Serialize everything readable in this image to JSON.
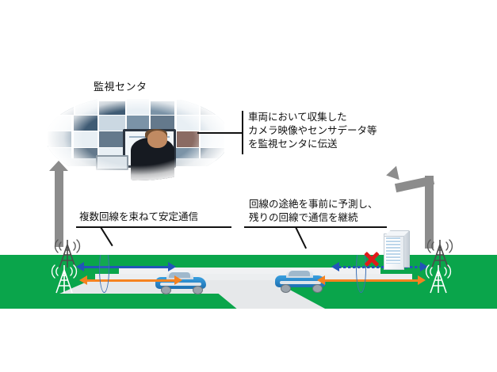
{
  "figure": {
    "type": "diagram",
    "subject": "Vehicle multi-link (bonded) wireless communication to a monitoring center",
    "background_color": "#ffffff",
    "ground_color": "#0aa54b",
    "road_color": "#e6e8ea"
  },
  "monitoring_center": {
    "title": "監視センタ",
    "photo_alt_name": "video-wall-operator-photo"
  },
  "callouts": [
    {
      "id": "uplink",
      "text": "車両において収集した\nカメラ映像やセンサデータ等\nを監視センタに伝送",
      "lines": [
        "車両において収集した",
        "カメラ映像やセンサデータ等",
        "を監視センタに伝送"
      ],
      "style": "bracket-left"
    },
    {
      "id": "link-prediction",
      "text": "回線の途絶を事前に予測し、\n残りの回線で通信を継続",
      "lines": [
        "回線の途絶を事前に予測し、",
        "残りの回線で通信を継続"
      ],
      "style": "underline"
    }
  ],
  "labels": {
    "bundle": "複数回線を束ねて安定通信"
  },
  "scene": {
    "towers": [
      {
        "id": "tower-left-upper",
        "side": "left",
        "tint": "dark",
        "carrier": "blue"
      },
      {
        "id": "tower-left-lower",
        "side": "left",
        "tint": "light",
        "carrier": "orange"
      },
      {
        "id": "tower-right-upper",
        "side": "right",
        "tint": "dark",
        "carrier": "blue"
      },
      {
        "id": "tower-right-lower",
        "side": "right",
        "tint": "light",
        "carrier": "orange"
      }
    ],
    "vehicles": [
      {
        "id": "vehicle-1",
        "color": "#2f8ed0",
        "position": "left-road"
      },
      {
        "id": "vehicle-2",
        "color": "#2f8ed0",
        "position": "right-road"
      }
    ],
    "obstacle": {
      "id": "building",
      "name": "office-building",
      "blocks": "blue-link"
    },
    "blocked_marker": {
      "symbol": "×",
      "color": "#e01b1b",
      "meaning": "回線途絶"
    },
    "links": [
      {
        "id": "link-blue-left",
        "color": "#2255b8",
        "state": "active",
        "direction": "bidirectional"
      },
      {
        "id": "link-orange-left",
        "color": "#f58220",
        "state": "active",
        "direction": "bidirectional"
      },
      {
        "id": "link-blue-right",
        "color": "#2255b8",
        "state": "blocked",
        "direction": "bidirectional"
      },
      {
        "id": "link-orange-right",
        "color": "#f58220",
        "state": "active",
        "direction": "bidirectional"
      }
    ],
    "handover_zones": [
      {
        "id": "handover-zone-left",
        "color": "#3b6fb5"
      },
      {
        "id": "handover-zone-right",
        "color": "#3b6fb5"
      }
    ],
    "flow_arrows": [
      {
        "id": "uplink-arrow-left",
        "color": "#8c8c8c",
        "shape": "straight-up"
      },
      {
        "id": "uplink-arrow-right",
        "color": "#8c8c8c",
        "shape": "elbow-up-left"
      }
    ]
  }
}
